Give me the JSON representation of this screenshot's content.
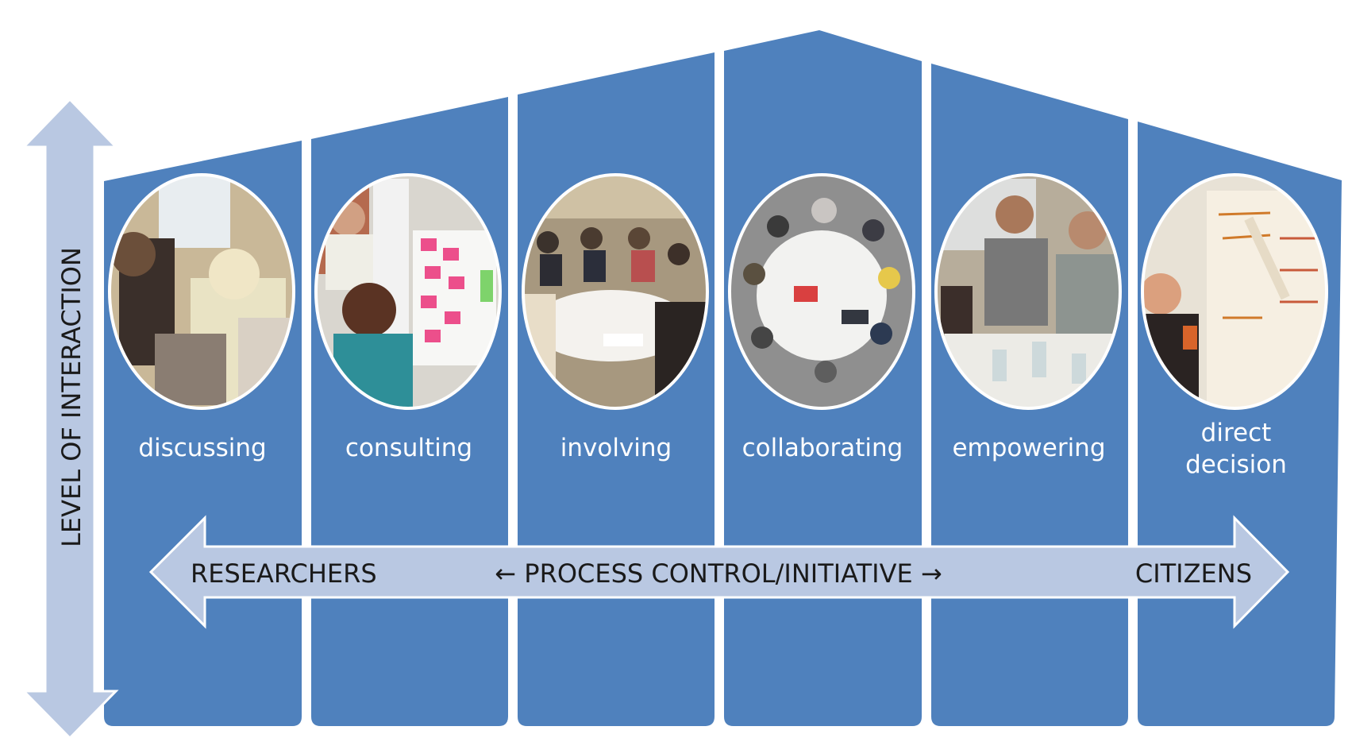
{
  "colors": {
    "column_fill": "#4f81bd",
    "arrow_fill": "#b9c8e2",
    "arrow_stroke": "#ffffff",
    "label_white": "#ffffff",
    "label_dark": "#1a1a1a"
  },
  "vertical_axis": {
    "label": "LEVEL OF INTERACTION"
  },
  "horizontal_axis": {
    "left_label": "RESEARCHERS",
    "center_label": "← PROCESS CONTROL/INITIATIVE →",
    "right_label": "CITIZENS"
  },
  "stages": [
    {
      "label_line1": "discussing",
      "label_line2": "",
      "photo": "discussion-group-photo"
    },
    {
      "label_line1": "consulting",
      "label_line2": "",
      "photo": "sticky-note-flipchart-photo"
    },
    {
      "label_line1": "involving",
      "label_line2": "",
      "photo": "round-tables-workshop-photo"
    },
    {
      "label_line1": "collaborating",
      "label_line2": "",
      "photo": "overhead-round-table-photo"
    },
    {
      "label_line1": "empowering",
      "label_line2": "",
      "photo": "seated-discussion-photo"
    },
    {
      "label_line1": "direct",
      "label_line2": "decision",
      "photo": "writing-on-flipchart-photo"
    }
  ]
}
